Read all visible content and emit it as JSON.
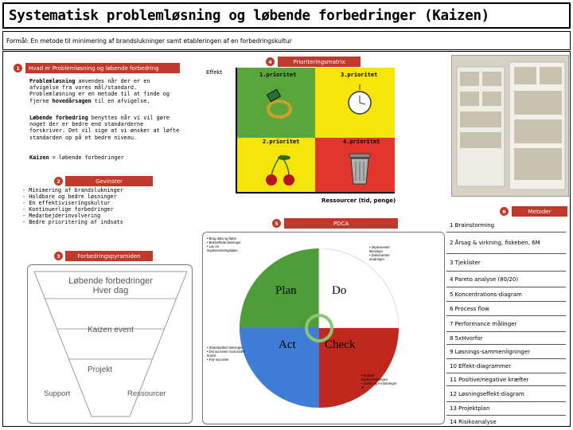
{
  "title": "Systematisk problemløsning og løbende forbedringer (Kaizen)",
  "purpose": "Formål:  En metode til minimering af brandslukninger samt etableringen af en forbedringskultur",
  "sections": {
    "s1": {
      "num": "1",
      "label": "Hvad er Problemløsning og løbende forbedring"
    },
    "s2": {
      "num": "2",
      "label": "Gevinster"
    },
    "s3": {
      "num": "3",
      "label": "Forbedringspyramiden"
    },
    "s4": {
      "num": "4",
      "label": "Prioriteringsmatrix"
    },
    "s5": {
      "num": "5",
      "label": "PDCA"
    },
    "s6": {
      "num": "6",
      "label": "Metoder"
    }
  },
  "intro": {
    "p1_bold": "Problemløsning",
    "p1_rest": " anvendes når der er en afvigelse fra vores mål/standard. Problemløsning er en metode til at finde og fjerne ",
    "p1_bold2": "hovedårsagen",
    "p1_end": " til en afvigelse.",
    "p2_bold": "Løbende forbedring",
    "p2_rest": " benyttes når vi vil gøre noget der er bedre end standarderne forskriver. Det vil sige at vi ønsker at løfte standarden op på et bedre niveau.",
    "p3_bold": "Kaizen",
    "p3_rest": " = løbende forbedringer"
  },
  "benefits": [
    "Minimering af brandslukninger",
    "Holdbare og bedre løsninger",
    "En effektiviseringskultur",
    "Kontinuerlige forbedringer",
    "Medarbejderinvolvering",
    "Bedre prioritering af indsats"
  ],
  "pyramid": {
    "level1": "Løbende forbedringer",
    "level1b": "Hver dag",
    "level2": "Kaizen event",
    "level3": "Projekt",
    "support": "Support",
    "ressourcer": "Ressourcer"
  },
  "matrix": {
    "y_label": "Effekt",
    "x_label": "Ressourcer (tid, penge)",
    "q1": "1.prioritet",
    "q2": "2.prioritet",
    "q3": "3.prioritet",
    "q4": "4.prioritet"
  },
  "pdca": {
    "plan": "Plan",
    "do": "Do",
    "act": "Act",
    "check": "Check",
    "plan_note": [
      "• Brug data og fakta",
      "• Bekræftede løsninger",
      "• Lav en",
      "implementeringsplan"
    ],
    "do_note": [
      "• Implementer",
      "løsninger",
      "• Dokumenter",
      "ændringer"
    ],
    "act_note": [
      "• Standardiser løsninger",
      "• Del succeser med andre",
      "teams",
      "• Fejr succeser"
    ],
    "check_note": [
      "• Evaluer",
      "implementeringen",
      "• Juster og ret løsninger",
      "til"
    ]
  },
  "methods": [
    "1  Brainstorming",
    "2  Årsag & virkning, fiskeben, 6M",
    "3  Tjeklister",
    "4  Pareto analyse (80/20)",
    "5  Koncentrations-diagram",
    "6  Process flow",
    "7  Performance målinger",
    "8  5xHvorfor",
    "9  Løsnings-sammenligninger",
    "10 Effekt-diagrammer",
    "11 Positive/negative kræfter",
    "12 Løsningseffekt-diagram",
    "13 Projektplan",
    "14 Risikoanalyse"
  ],
  "colors": {
    "accent": "#c0392b",
    "green": "#5aa63b",
    "yellow": "#f5e50b",
    "red": "#e1352e",
    "blue": "#3f7ed6",
    "pdca_green": "#4e9c3a",
    "pdca_red": "#c0281e"
  }
}
